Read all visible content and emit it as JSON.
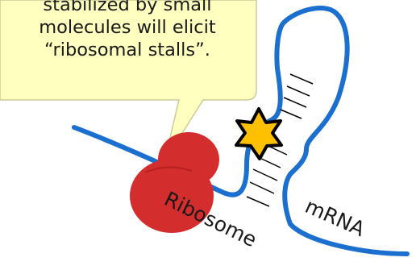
{
  "callout": {
    "lines": [
      "stabilized by small",
      "molecules will elicit",
      "“ribosomal stalls”."
    ]
  },
  "labels": {
    "ribosome": "Ribosome",
    "mrna": "mRNA"
  },
  "icons": {
    "small_molecule": "star-icon"
  },
  "colors": {
    "callout_fill": "#ffffc0",
    "callout_border": "#cccc99",
    "strand": "#1a6fcf",
    "ribosome": "#d42d2d",
    "ribosome_dark": "#b51f1f",
    "star_fill": "#ffc000",
    "star_stroke": "#000000"
  }
}
